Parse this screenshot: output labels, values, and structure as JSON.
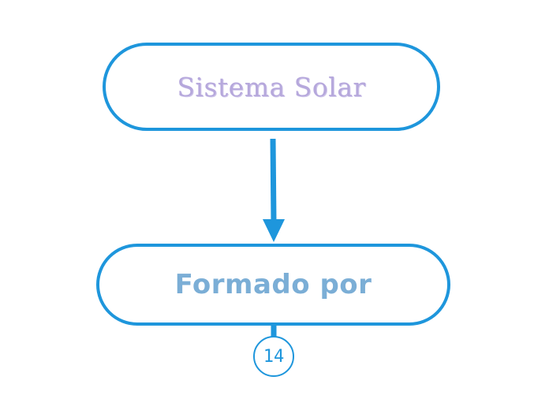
{
  "diagram": {
    "nodes": [
      {
        "id": "root",
        "label": "Sistema Solar"
      },
      {
        "id": "child",
        "label": "Formado por"
      }
    ],
    "edges": [
      {
        "from": "root",
        "to": "child"
      }
    ],
    "badge": {
      "count": "14"
    },
    "colors": {
      "outline": "#1e96dc",
      "root_text": "#b6a8dc",
      "child_text": "#7baed6",
      "background": "#ffffff"
    }
  }
}
